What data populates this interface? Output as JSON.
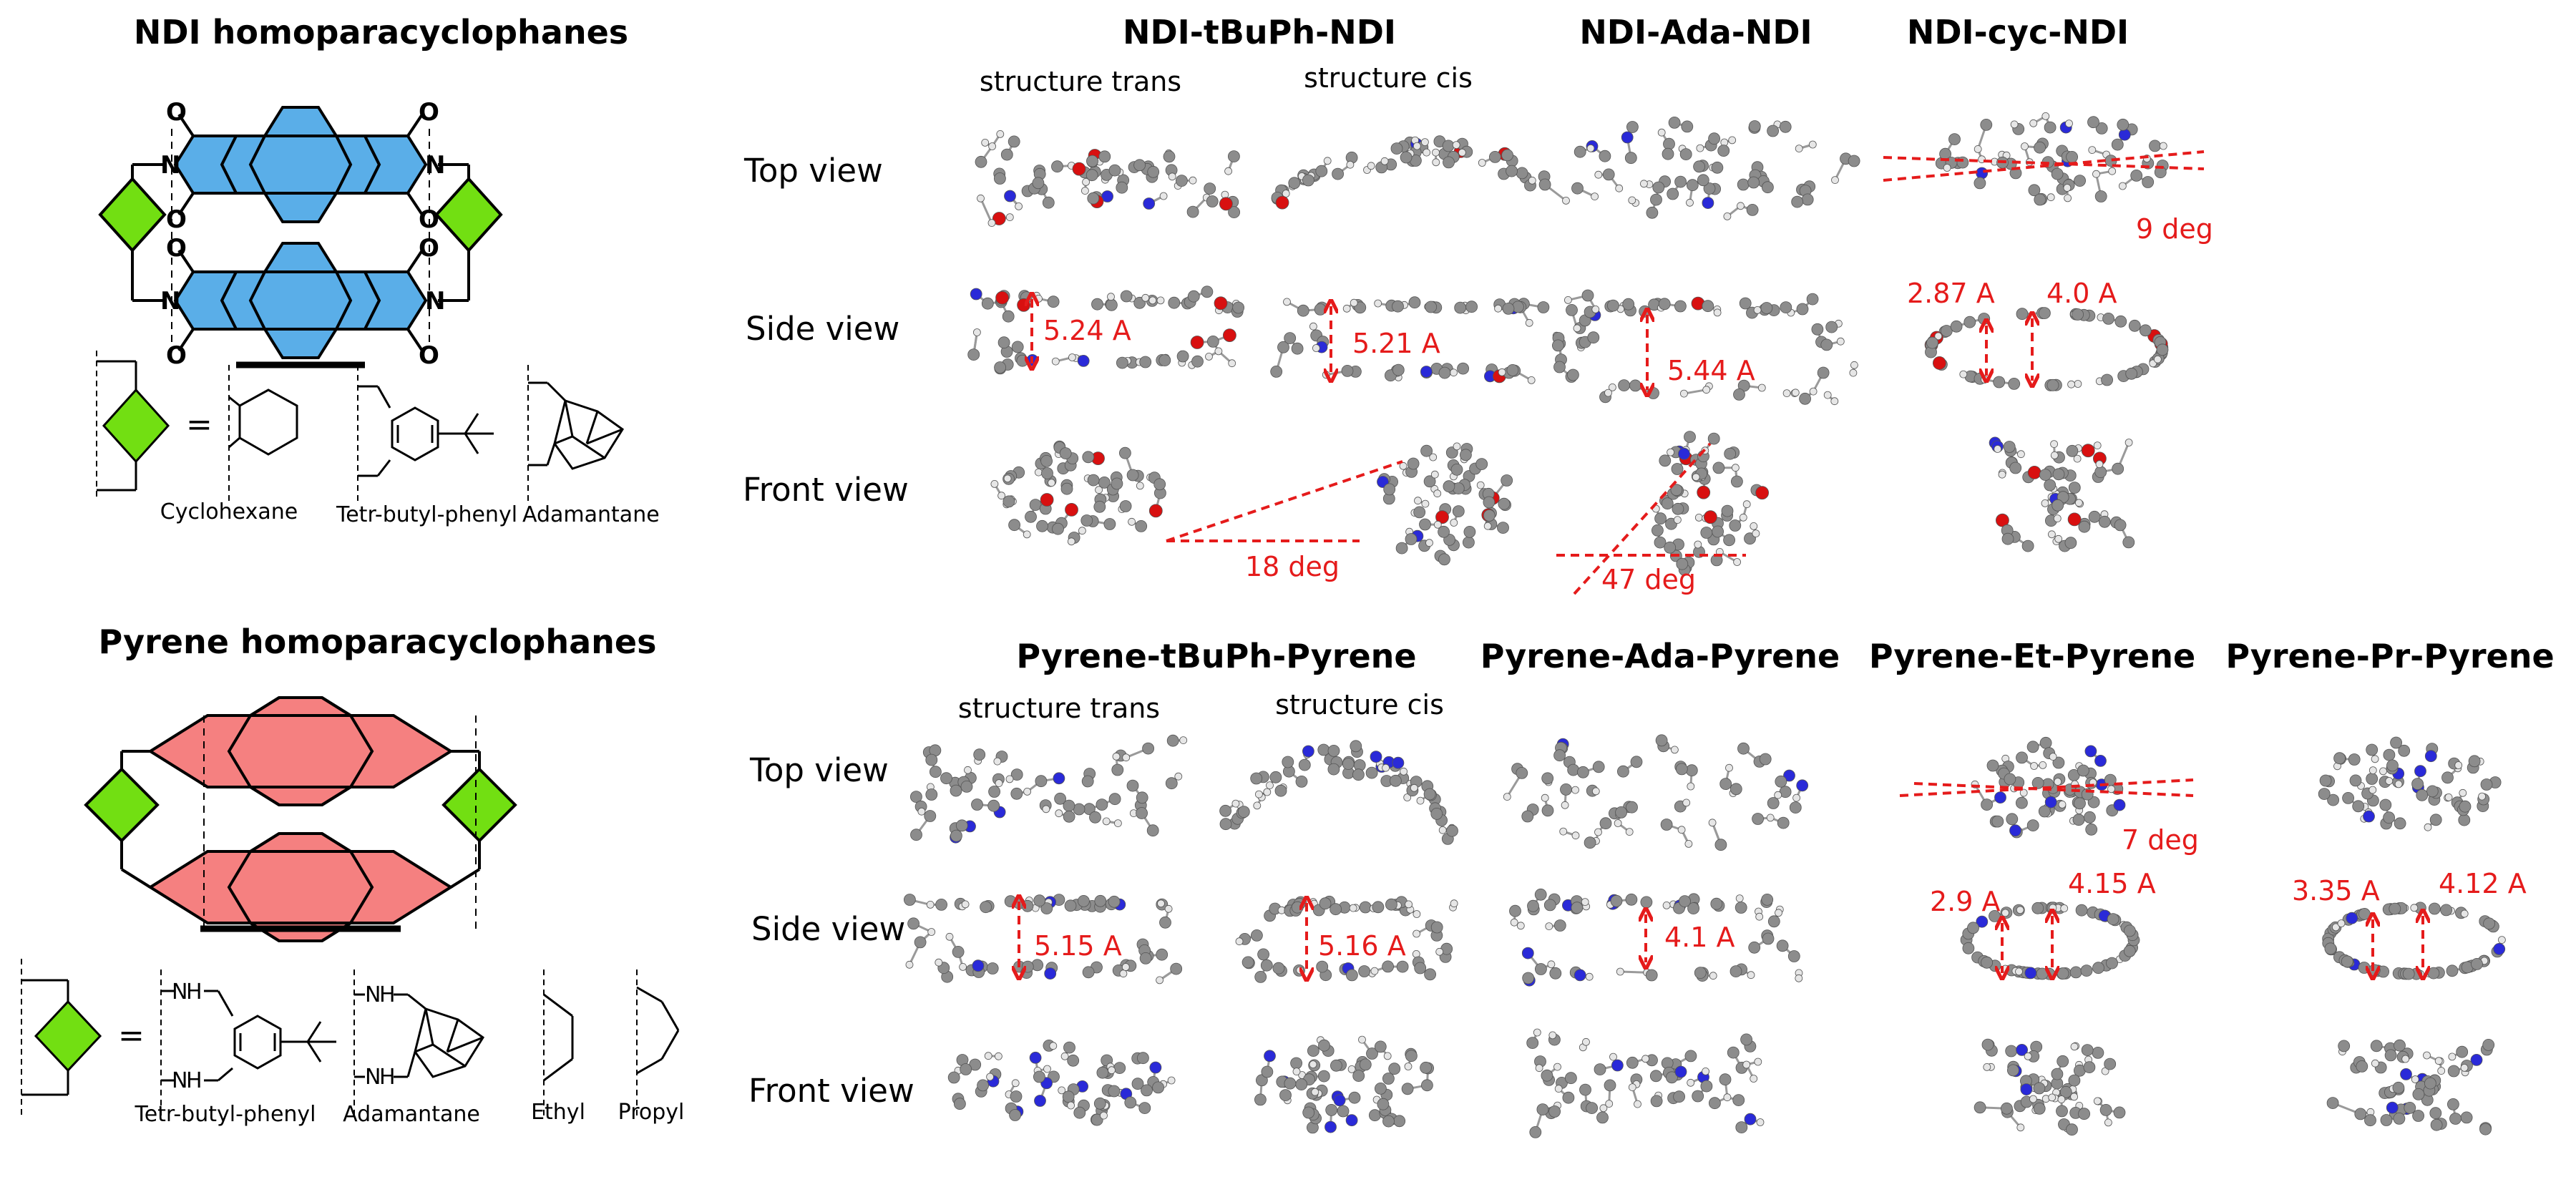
{
  "left": {
    "ndi_title": "NDI homoparacyclophanes",
    "pyrene_title": "Pyrene homoparacyclophanes",
    "ndi_legend": {
      "equals": "=",
      "items": [
        "Cyclohexane",
        "Tetr-butyl-phenyl",
        "Adamantane"
      ]
    },
    "pyrene_legend": {
      "equals": "=",
      "items": [
        "Tetr-butyl-phenyl",
        "Adamantane",
        "Ethyl",
        "Propyl"
      ]
    },
    "atoms": {
      "O": "O",
      "N": "N",
      "H": "H"
    }
  },
  "ndi_block": {
    "columns": [
      "NDI-tBuPh-NDI",
      "NDI-Ada-NDI",
      "NDI-cyc-NDI"
    ],
    "subcolumns": [
      "structure trans",
      "structure cis"
    ],
    "views": [
      "Top view",
      "Side view",
      "Front view"
    ],
    "annotations": {
      "trans_side": "5.24 A",
      "cis_side": "5.21 A",
      "ada_side": "5.44 A",
      "cyc_top": "9 deg",
      "cyc_side_a": "2.87 A",
      "cyc_side_b": "4.0 A",
      "tbuph_front": "18 deg",
      "ada_front": "47 deg"
    }
  },
  "pyrene_block": {
    "columns": [
      "Pyrene-tBuPh-Pyrene",
      "Pyrene-Ada-Pyrene",
      "Pyrene-Et-Pyrene",
      "Pyrene-Pr-Pyrene"
    ],
    "subcolumns": [
      "structure trans",
      "structure cis"
    ],
    "views": [
      "Top view",
      "Side view",
      "Front view"
    ],
    "annotations": {
      "trans_side": "5.15 A",
      "cis_side": "5.16 A",
      "ada_side": "4.1 A",
      "et_top": "7 deg",
      "et_side_a": "2.9 A",
      "et_side_b": "4.15 A",
      "pr_side_a": "3.35 A",
      "pr_side_b": "4.12 A"
    }
  },
  "colors": {
    "ndi_core": "#5aaee8",
    "pyrene_core": "#f58080",
    "linker": "#72df12",
    "annotation": "#e51b1b",
    "carbon": "#8c8c8c",
    "nitrogen": "#2a2ad8",
    "oxygen": "#d81010",
    "hydrogen": "#e6e6e6"
  }
}
